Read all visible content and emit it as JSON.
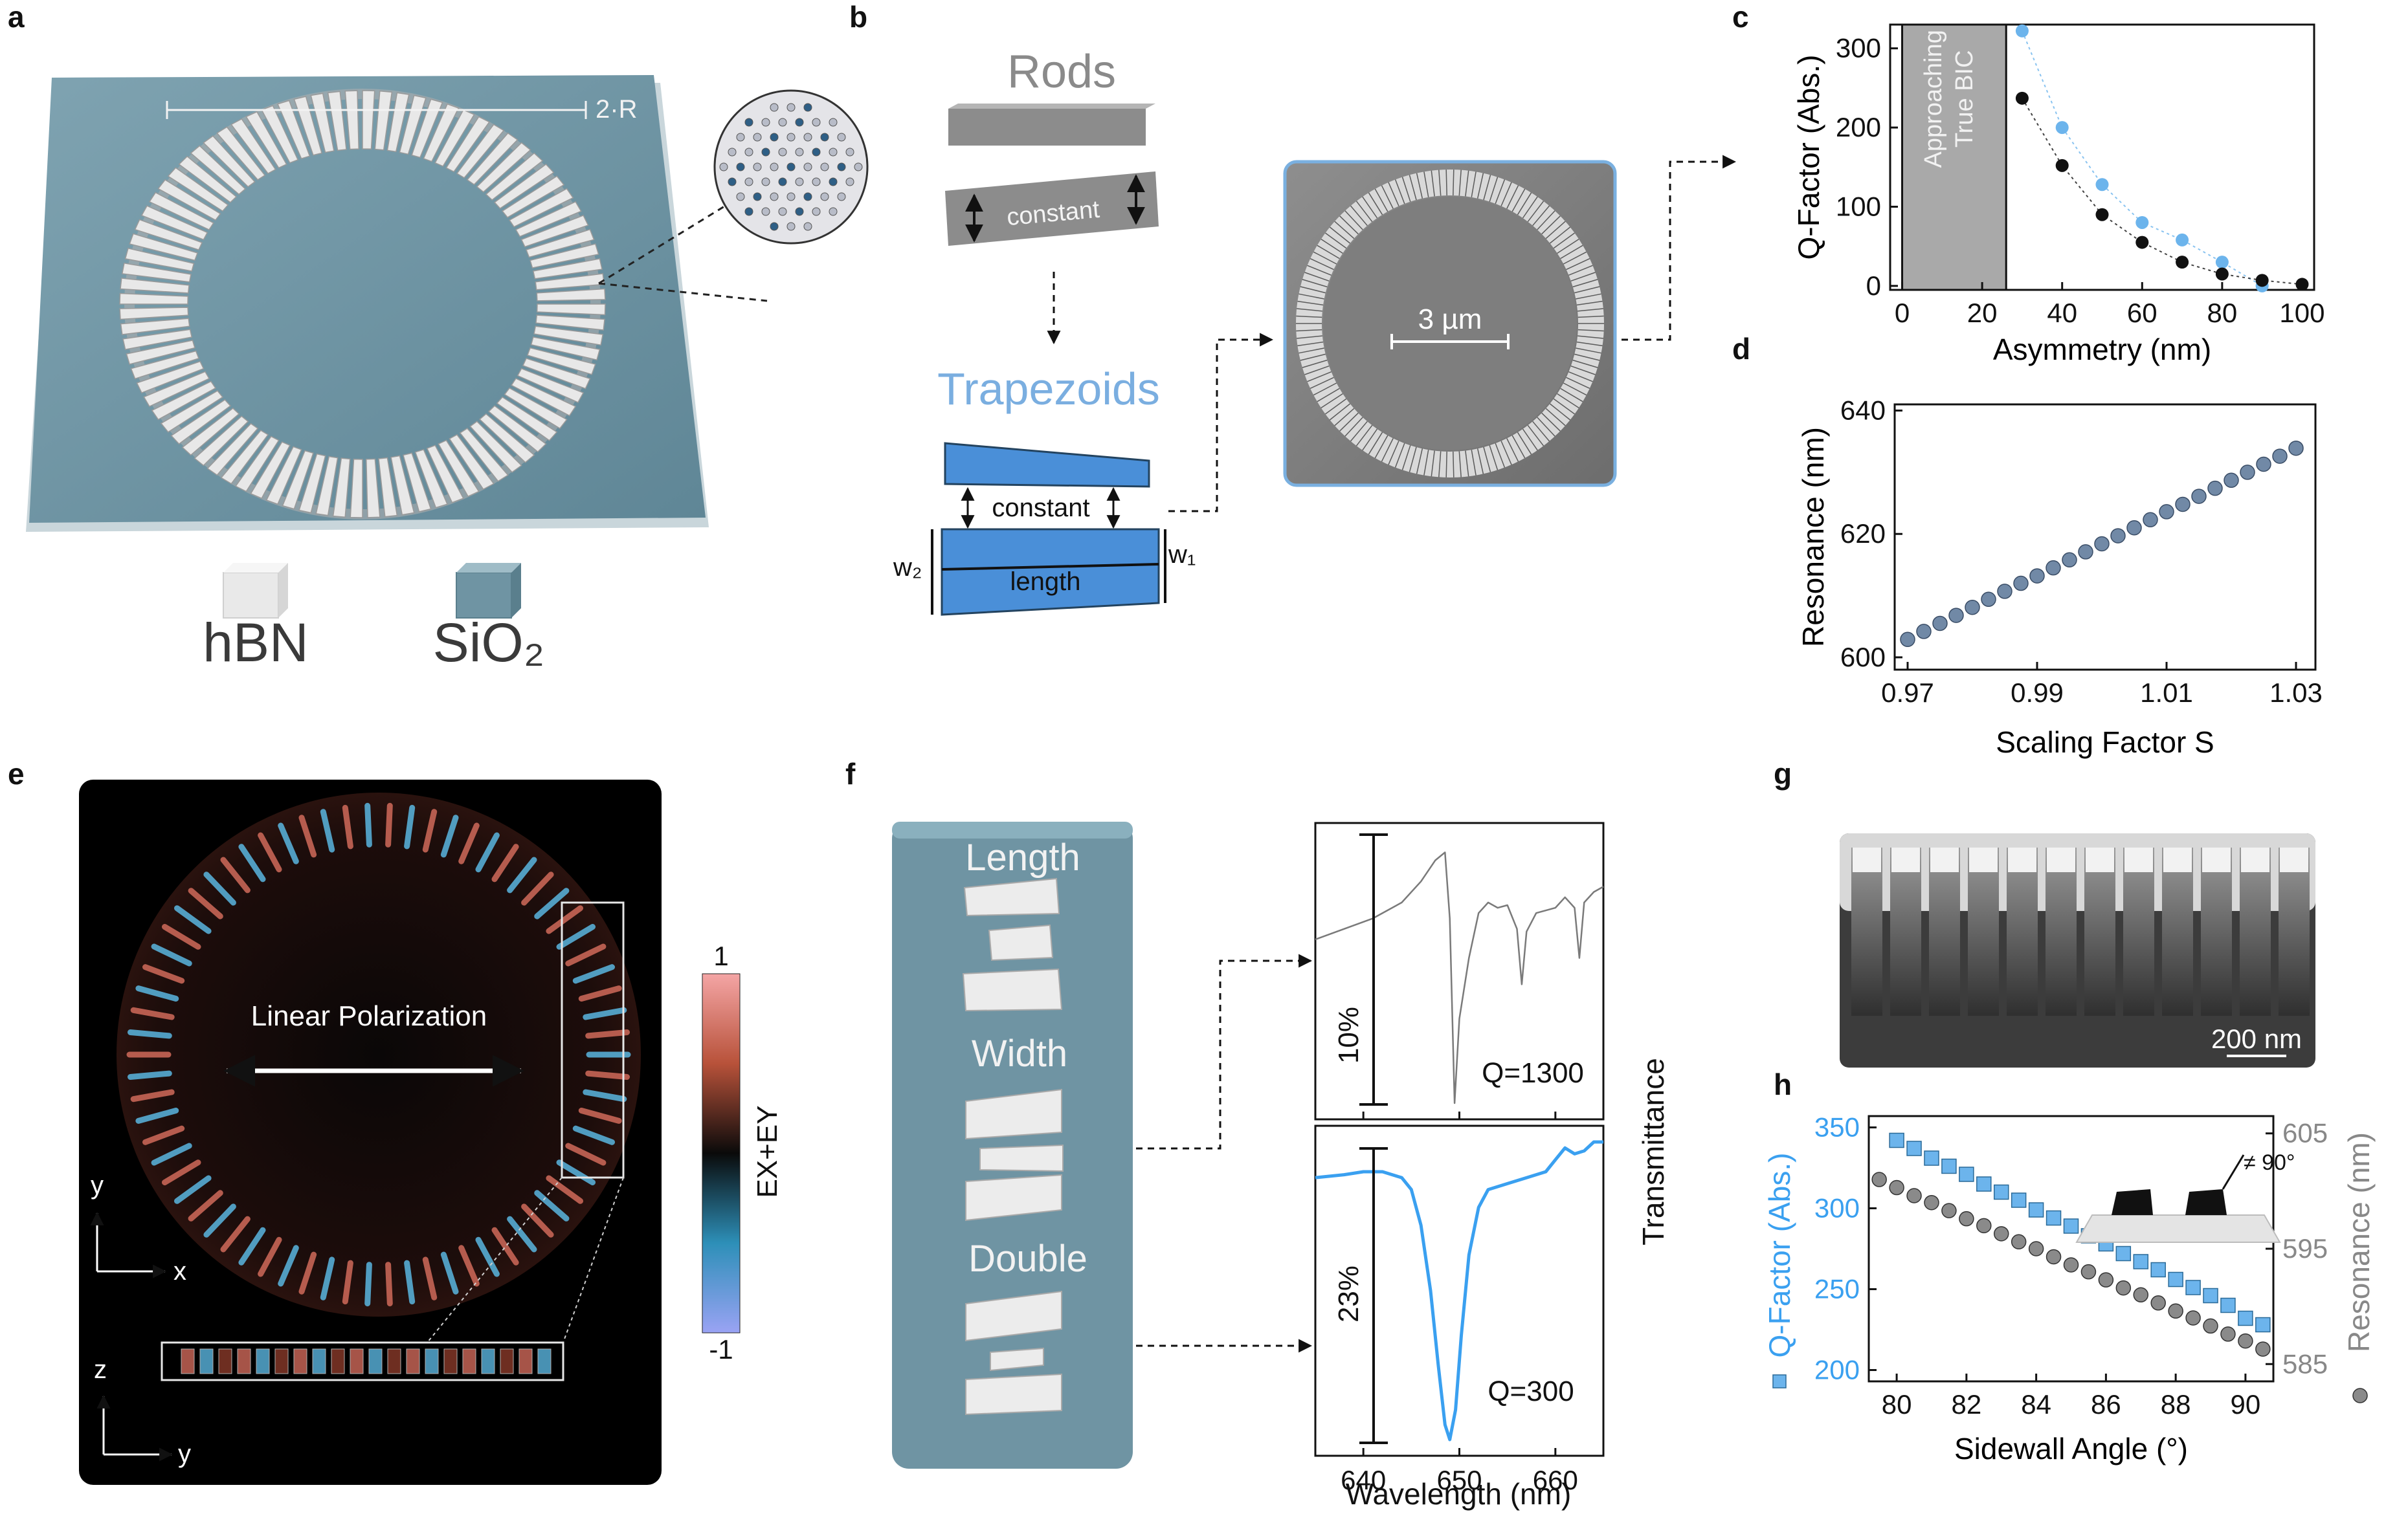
{
  "panel_letters": [
    "a",
    "b",
    "c",
    "d",
    "e",
    "f",
    "g",
    "h"
  ],
  "panel_a": {
    "dimension_label": "2·R",
    "materials": [
      "hBN",
      "SiO₂"
    ],
    "colors": {
      "substrate": "#6f94a3",
      "ring": "#e6e6e6"
    }
  },
  "panel_b": {
    "rods_title": "Rods",
    "rods_note": "constant",
    "trap_title": "Trapezoids",
    "trap_constant": "constant",
    "trap_length": "length",
    "w2_label": "w₂",
    "w1_label": "w₁",
    "sem_scalebar": "3 µm",
    "colors": {
      "rods_title": "#8a8a8a",
      "trap_title": "#7aaee0",
      "trap_fill": "#4a8fd8",
      "sem_border": "#7ab0e0"
    }
  },
  "panel_c": {
    "shaded_label_1": "Approaching",
    "shaded_label_2": "True BIC"
  },
  "panel_e": {
    "annotation": "Linear Polarization",
    "colorbar_label": "EX+EY",
    "colorbar_max": "1",
    "colorbar_min": "-1",
    "axis_x": "x",
    "axis_y": "y",
    "axis_z": "z",
    "axis_y2": "y"
  },
  "panel_f": {
    "chip_labels": [
      "Length",
      "Width",
      "Double"
    ],
    "top_depth": "10%",
    "top_q": "Q=1300",
    "bottom_depth": "23%",
    "bottom_q": "Q=300",
    "ylabel": "Transmittance",
    "xlabel": "Wavelength (nm)",
    "xticks": [
      "640",
      "650",
      "660"
    ],
    "colors": {
      "top": "#7a7a7a",
      "bottom": "#3aa0f0"
    }
  },
  "panel_g": {
    "scalebar": "200 nm"
  },
  "panel_h": {
    "inset_label": "≠ 90°"
  },
  "chart_data": [
    {
      "panel": "c",
      "type": "scatter",
      "xlabel": "Asymmetry (nm)",
      "ylabel": "Q-Factor (Abs.)",
      "xlim": [
        -3,
        103
      ],
      "ylim": [
        -5,
        330
      ],
      "xticks": [
        0,
        20,
        40,
        60,
        80,
        100
      ],
      "yticks": [
        0,
        100,
        200,
        300
      ],
      "shaded_region": [
        0,
        26
      ],
      "series": [
        {
          "color": "#6cb4ec",
          "x": [
            30,
            40,
            50,
            60,
            70,
            80,
            90
          ],
          "y": [
            322,
            200,
            128,
            80,
            58,
            30,
            0
          ]
        },
        {
          "color": "#111111",
          "x": [
            30,
            40,
            50,
            60,
            70,
            80,
            90,
            100
          ],
          "y": [
            237,
            152,
            90,
            55,
            30,
            15,
            7,
            2
          ]
        }
      ]
    },
    {
      "panel": "d",
      "type": "scatter",
      "xlabel": "Scaling Factor S",
      "ylabel": "Resonance (nm)",
      "xlim": [
        0.968,
        1.033
      ],
      "ylim": [
        598,
        641
      ],
      "xticks": [
        0.97,
        0.99,
        1.01,
        1.03
      ],
      "yticks": [
        600,
        620,
        640
      ],
      "series": [
        {
          "color": "#7189a6",
          "x": [
            0.97,
            0.9725,
            0.975,
            0.9775,
            0.98,
            0.9825,
            0.985,
            0.9875,
            0.99,
            0.9925,
            0.995,
            0.9975,
            1.0,
            1.0025,
            1.005,
            1.0075,
            1.01,
            1.0125,
            1.015,
            1.0175,
            1.02,
            1.0225,
            1.025,
            1.0275,
            1.03
          ],
          "y": [
            602.9,
            604.2,
            605.5,
            606.8,
            608.1,
            609.4,
            610.7,
            612.0,
            613.2,
            614.5,
            615.8,
            617.1,
            618.4,
            619.7,
            621.0,
            622.3,
            623.6,
            624.8,
            626.1,
            627.4,
            628.7,
            630.0,
            631.3,
            632.6,
            633.9
          ]
        }
      ]
    },
    {
      "panel": "h",
      "type": "scatter",
      "xlabel": "Sidewall Angle (°)",
      "ylabel": "Q-Factor (Abs.)",
      "ylabel_right": "Resonance (nm)",
      "xlim": [
        79.2,
        90.8
      ],
      "ylim": [
        193,
        357
      ],
      "ylim_right": [
        583.5,
        606.5
      ],
      "xticks": [
        80,
        82,
        84,
        86,
        88,
        90
      ],
      "yticks": [
        200,
        250,
        300,
        350
      ],
      "yticks_right": [
        585,
        595,
        605
      ],
      "series": [
        {
          "axis": "left",
          "marker": "square",
          "color": "#6cb4ec",
          "x": [
            80,
            80.5,
            81,
            81.5,
            82,
            82.5,
            83,
            83.5,
            84,
            84.5,
            85,
            85.5,
            86,
            86.5,
            87,
            87.5,
            88,
            88.5,
            89,
            89.5,
            90,
            90.5
          ],
          "y": [
            342,
            337,
            331,
            326,
            321,
            315,
            310,
            305,
            299,
            294,
            289,
            283,
            278,
            272,
            267,
            262,
            256,
            251,
            246,
            240,
            232,
            228
          ]
        },
        {
          "axis": "right",
          "marker": "circle",
          "color": "#8a8a8a",
          "x": [
            79.5,
            80,
            80.5,
            81,
            81.5,
            82,
            82.5,
            83,
            83.5,
            84,
            84.5,
            85,
            85.5,
            86,
            86.5,
            87,
            87.5,
            88,
            88.5,
            89,
            89.5,
            90,
            90.5
          ],
          "y": [
            601.0,
            600.3,
            599.6,
            599.0,
            598.3,
            597.6,
            597.0,
            596.3,
            595.6,
            595.0,
            594.3,
            593.6,
            593.0,
            592.3,
            591.6,
            591.0,
            590.3,
            589.6,
            589.0,
            588.3,
            587.6,
            587.0,
            586.3
          ]
        }
      ]
    },
    {
      "panel": "f",
      "type": "line",
      "xlabel": "Wavelength (nm)",
      "ylabel": "Transmittance",
      "xlim": [
        635,
        665
      ],
      "xticks": [
        640,
        650,
        660
      ],
      "series": [
        {
          "color": "#7a7a7a",
          "x": [
            635,
            638,
            641,
            644,
            646,
            647.5,
            648.5,
            649,
            649.5,
            650,
            651,
            652,
            653,
            654,
            655,
            656,
            656.5,
            657,
            658,
            660,
            661,
            662,
            662.5,
            663,
            664,
            665
          ],
          "y": [
            0.62,
            0.66,
            0.7,
            0.76,
            0.84,
            0.92,
            0.95,
            0.7,
            0.0,
            0.32,
            0.55,
            0.72,
            0.76,
            0.74,
            0.75,
            0.66,
            0.45,
            0.65,
            0.72,
            0.74,
            0.78,
            0.74,
            0.55,
            0.76,
            0.8,
            0.82
          ]
        },
        {
          "color": "#3aa0f0",
          "x": [
            635,
            638,
            640,
            642,
            644,
            645,
            646,
            647,
            647.8,
            648.5,
            649,
            649.6,
            650.2,
            651,
            652,
            653,
            655,
            657,
            659,
            660,
            661,
            662,
            663,
            664,
            665
          ],
          "y": [
            0.88,
            0.89,
            0.9,
            0.9,
            0.88,
            0.84,
            0.72,
            0.5,
            0.25,
            0.05,
            0.0,
            0.1,
            0.35,
            0.62,
            0.78,
            0.84,
            0.86,
            0.88,
            0.9,
            0.94,
            0.98,
            0.96,
            0.97,
            1.0,
            1.0
          ]
        }
      ]
    }
  ]
}
